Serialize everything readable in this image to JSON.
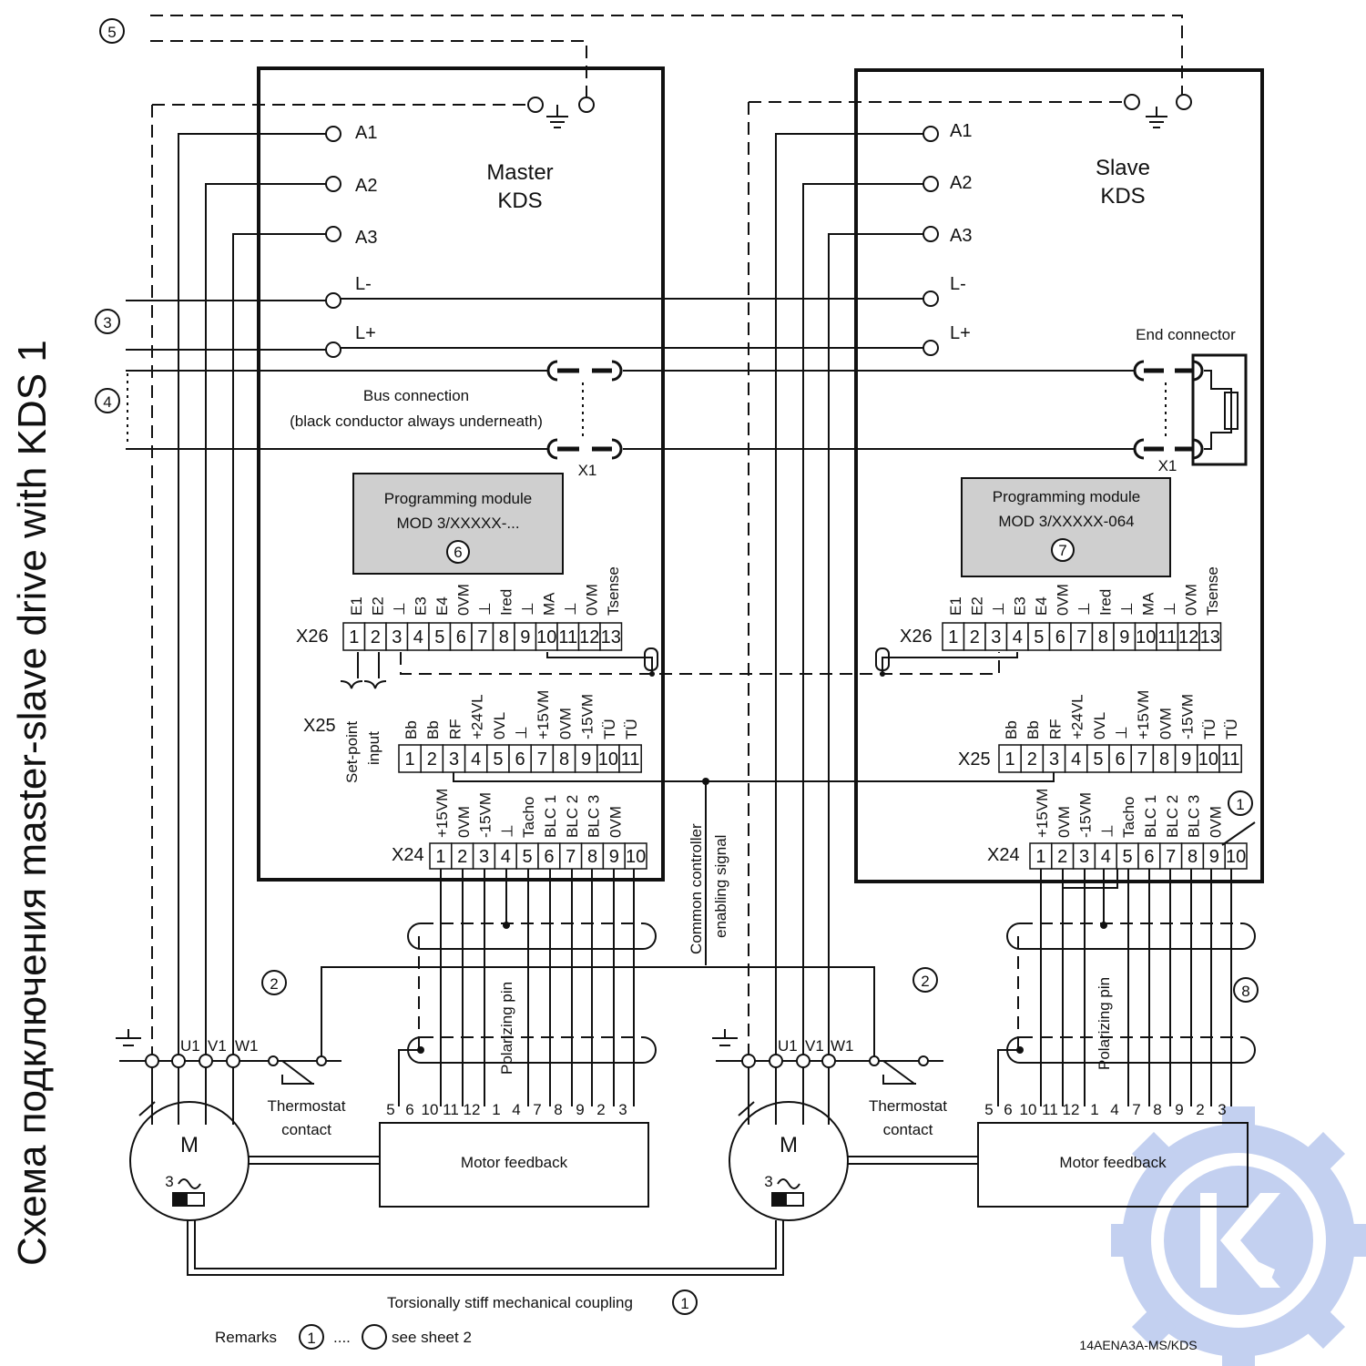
{
  "title": "Схема подключения master-slave drive with KDS 1",
  "master": {
    "name_line1": "Master",
    "name_line2": "KDS",
    "programming_module": {
      "line1": "Programming module",
      "line2": "MOD 3/XXXXX-...",
      "ref": "6"
    }
  },
  "slave": {
    "name_line1": "Slave",
    "name_line2": "KDS",
    "programming_module": {
      "line1": "Programming module",
      "line2": "MOD 3/XXXXX-064",
      "ref": "7"
    }
  },
  "power_terminals": [
    "A1",
    "A2",
    "A3",
    "L-",
    "L+"
  ],
  "bus": {
    "label_line1": "Bus connection",
    "label_line2": "(black conductor always underneath)",
    "connector": "X1",
    "end_connector": "End connector"
  },
  "x26": {
    "name": "X26",
    "numbers": [
      "1",
      "2",
      "3",
      "4",
      "5",
      "6",
      "7",
      "8",
      "9",
      "10",
      "11",
      "12",
      "13"
    ],
    "signals": [
      "E1",
      "E2",
      "⊥",
      "E3",
      "E4",
      "0VM",
      "⊥",
      "Ired",
      "⊥",
      "MA",
      "⊥",
      "0VM",
      "Tsense"
    ]
  },
  "x25": {
    "name": "X25",
    "numbers": [
      "1",
      "2",
      "3",
      "4",
      "5",
      "6",
      "7",
      "8",
      "9",
      "10",
      "11"
    ],
    "signals": [
      "Bb",
      "Bb",
      "RF",
      "+24VL",
      "0VL",
      "⊥",
      "+15VM",
      "0VM",
      "-15VM",
      "TÜ",
      "TÜ"
    ],
    "setpoint_line1": "Set-point",
    "setpoint_line2": "input"
  },
  "x24": {
    "name": "X24",
    "numbers": [
      "1",
      "2",
      "3",
      "4",
      "5",
      "6",
      "7",
      "8",
      "9",
      "10"
    ],
    "signals": [
      "+15VM",
      "0VM",
      "-15VM",
      "⊥",
      "Tacho",
      "BLC 1",
      "BLC 2",
      "BLC 3",
      "0VM"
    ]
  },
  "common_enable_line1": "Common controller",
  "common_enable_line2": "enabling signal",
  "polarizing_pin": "Polarizing pin",
  "motor": {
    "letter": "M",
    "phase": "3",
    "phases": [
      "U1",
      "V1",
      "W1"
    ],
    "thermostat_line1": "Thermostat",
    "thermostat_line2": "contact",
    "feedback_label": "Motor feedback",
    "feedback_pins": [
      "5",
      "6",
      "10",
      "11",
      "12",
      "1",
      "4",
      "7",
      "8",
      "9",
      "2",
      "3"
    ]
  },
  "refs": {
    "r1": "1",
    "r2": "2",
    "r3": "3",
    "r4": "4",
    "r5": "5",
    "r8": "8"
  },
  "coupling": "Torsionally stiff mechanical coupling",
  "remarks": {
    "label": "Remarks",
    "dots": "....",
    "see": "see sheet 2"
  },
  "doc_code": "14AENA3A-MS/KDS",
  "watermark": "K logo"
}
